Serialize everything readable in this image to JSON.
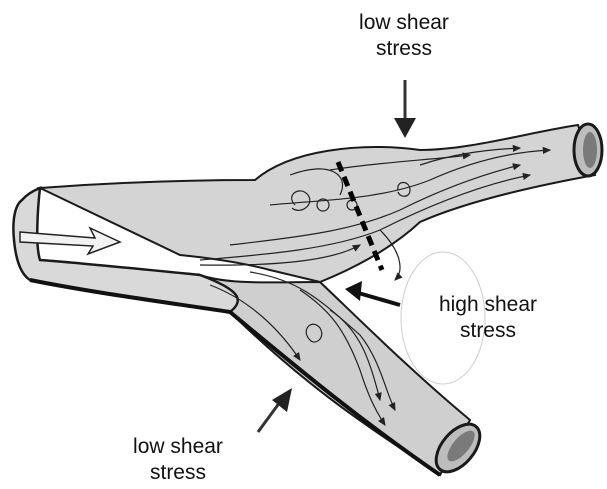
{
  "labels": {
    "top": {
      "line1": "low shear",
      "line2": "stress"
    },
    "right": {
      "line1": "high shear",
      "line2": "stress"
    },
    "bottom": {
      "line1": "low shear",
      "line2": "stress"
    }
  },
  "colors": {
    "vessel_fill": "#d4d4d4",
    "outline": "#1a1a1a",
    "arrow": "#2a2a2a",
    "bubble": "#ffffff"
  }
}
